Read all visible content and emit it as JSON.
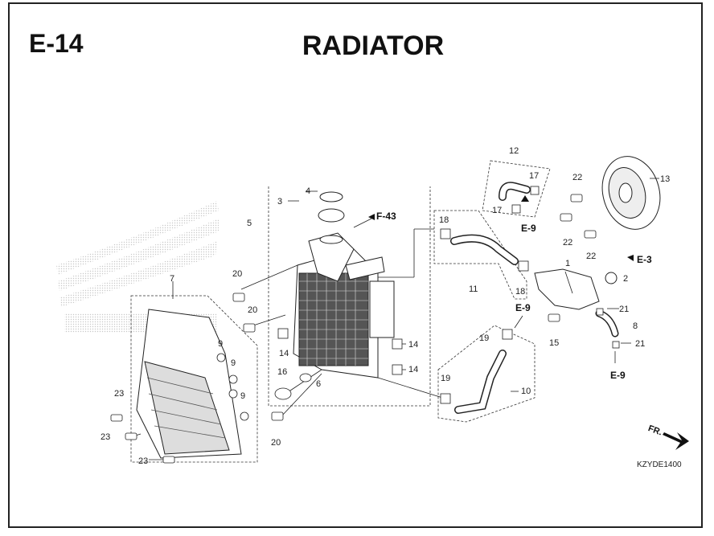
{
  "header": {
    "section_code": "E-14",
    "title": "RADIATOR"
  },
  "diagram_code": "KZYDE1400",
  "direction_label": "FR.",
  "refs": {
    "e3": "E-3",
    "e9": "E-9",
    "f43": "F-43"
  },
  "callouts": {
    "n1": "1",
    "n2": "2",
    "n3": "3",
    "n4": "4",
    "n5": "5",
    "n6": "6",
    "n7": "7",
    "n8": "8",
    "n9": "9",
    "n10": "10",
    "n11": "11",
    "n12": "12",
    "n13": "13",
    "n14": "14",
    "n15": "15",
    "n16": "16",
    "n17": "17",
    "n18": "18",
    "n19": "19",
    "n20": "20",
    "n21": "21",
    "n22": "22",
    "n23": "23"
  },
  "colors": {
    "line": "#222222",
    "watermark": "#cfcfcf",
    "arrow": "#111111"
  }
}
